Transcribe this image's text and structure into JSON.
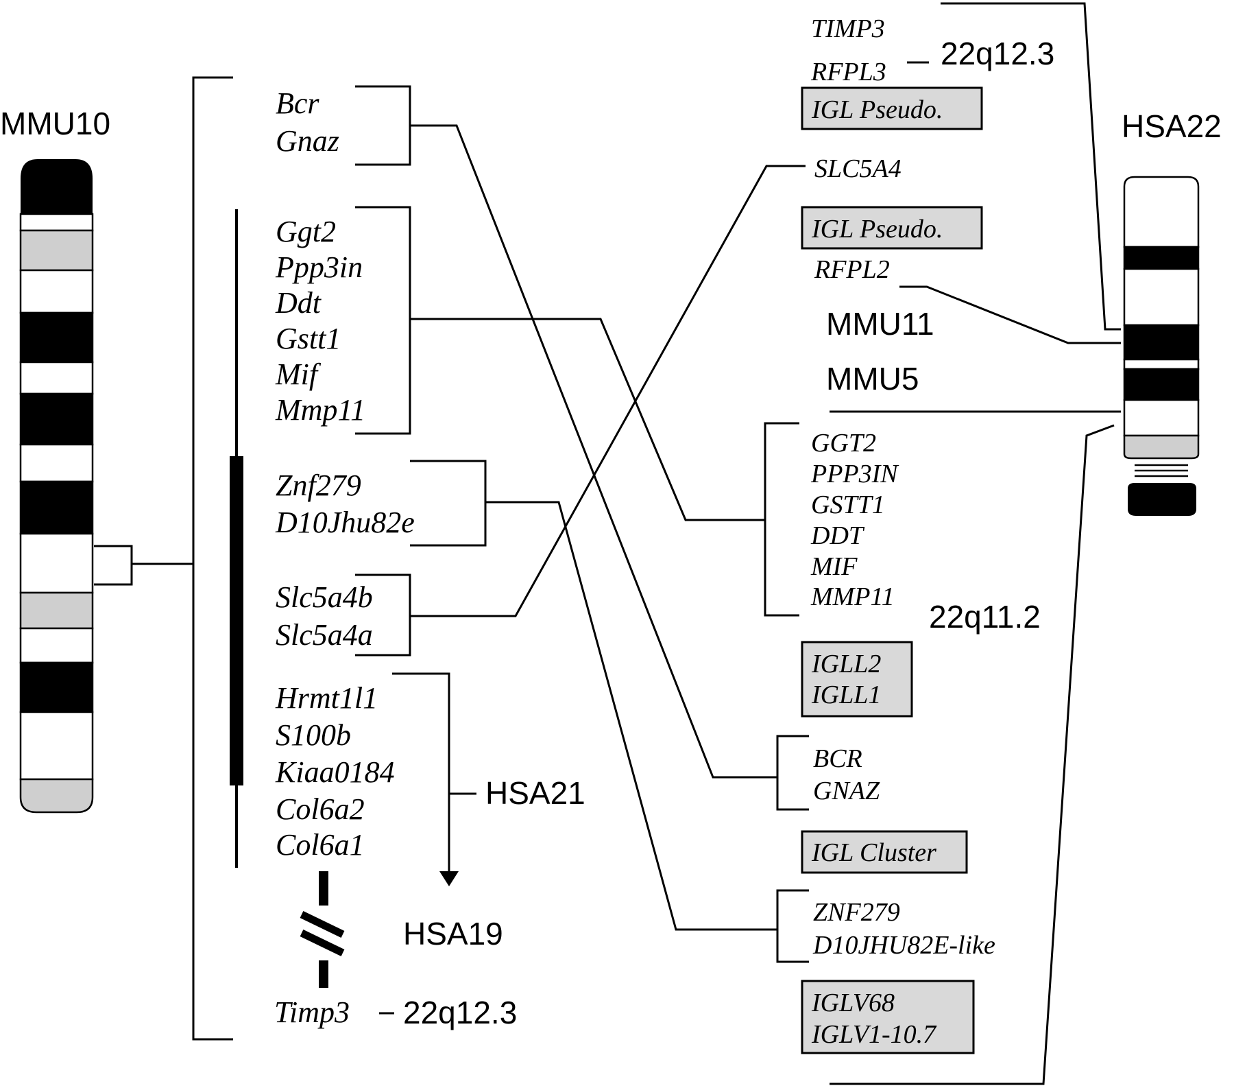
{
  "chromosomes": {
    "mouse": "MMU10",
    "human": "HSA22"
  },
  "mouse_groups": [
    [
      "Bcr",
      "Gnaz"
    ],
    [
      "Ggt2",
      "Ppp3in",
      "Ddt",
      "Gstt1",
      "Mif",
      "Mmp11"
    ],
    [
      "Znf279",
      "D10Jhu82e"
    ],
    [
      "Slc5a4b",
      "Slc5a4a"
    ],
    [
      "Hrmt1l1",
      "S100b",
      "Kiaa0184",
      "Col6a2",
      "Col6a1"
    ]
  ],
  "mouse_timp3": "Timp3",
  "mouse_timp3_band": "22q12.3",
  "ortholog_labels": {
    "hsa21": "HSA21",
    "hsa19": "HSA19"
  },
  "human": {
    "top_genes": [
      "TIMP3",
      "RFPL3"
    ],
    "band_top": "22q12.3",
    "pseudo_box_1": "IGL Pseudo.",
    "slc5a4": "SLC5A4",
    "pseudo_box_2": "IGL Pseudo.",
    "rfpl2": "RFPL2",
    "mmu11": "MMU11",
    "mmu5": "MMU5",
    "group_ggt2": [
      "GGT2",
      "PPP3IN",
      "GSTT1",
      "DDT",
      "MIF",
      "MMP11"
    ],
    "band_mid": "22q11.2",
    "igll_box": [
      "IGLL2",
      "IGLL1"
    ],
    "group_bcr": [
      "BCR",
      "GNAZ"
    ],
    "cluster_box": "IGL Cluster",
    "group_znf": [
      "ZNF279",
      "D10JHU82E-like"
    ],
    "iglv_box": [
      "IGLV68",
      "IGLV1-10.7"
    ]
  }
}
